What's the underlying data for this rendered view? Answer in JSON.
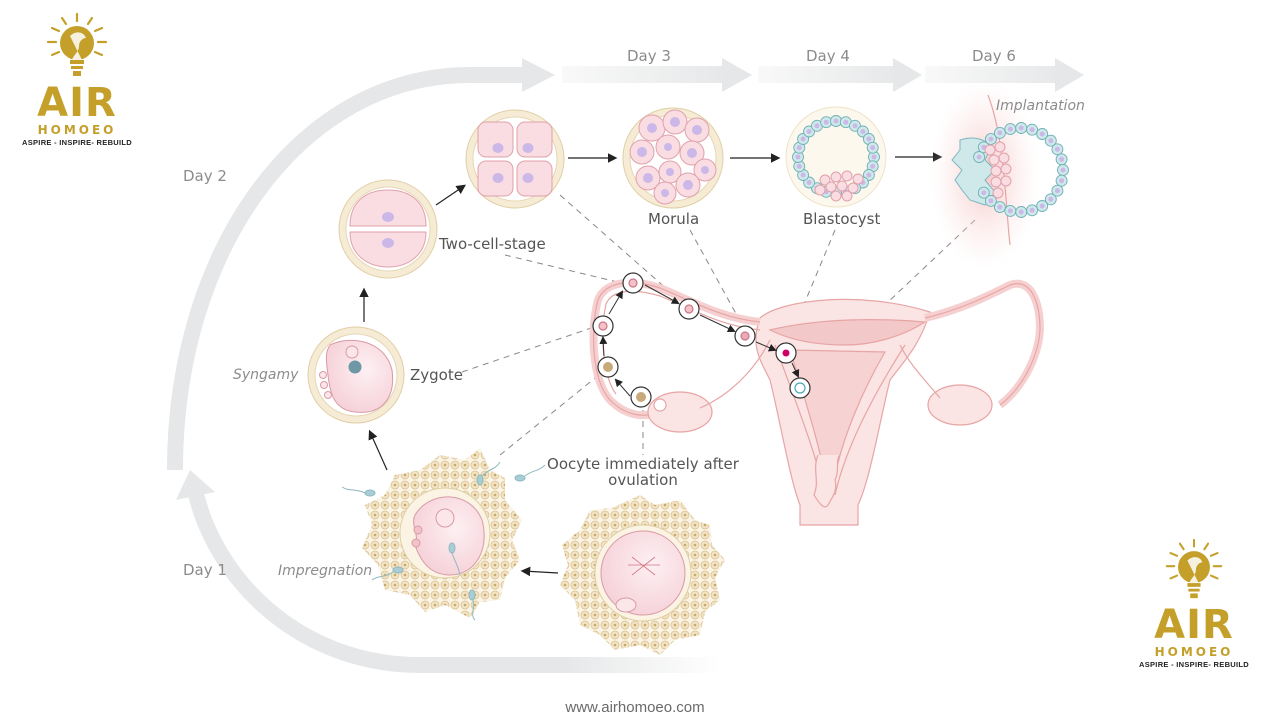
{
  "logos": {
    "brand": "AIR",
    "sub": "HOMOEO",
    "tagline": "ASPIRE - INSPIRE- REBUILD"
  },
  "days": {
    "day1": "Day 1",
    "day2": "Day 2",
    "day3": "Day 3",
    "day4": "Day 4",
    "day6": "Day 6"
  },
  "stages": {
    "implantation": "Implantation",
    "morula": "Morula",
    "blastocyst": "Blastocyst",
    "two_cell": "Two-cell-stage",
    "zygote": "Zygote",
    "syngamy": "Syngamy",
    "impregnation": "Impregnation",
    "oocyte_line1": "Oocyte immediately after",
    "oocyte_line2": "ovulation"
  },
  "footer": {
    "url": "www.airhomoeo.com"
  },
  "colors": {
    "gold": "#c4a02a",
    "arrow_gray": "#e6e7e8",
    "zona": "#f6ecd6",
    "cell_pink": "#f9dde2",
    "nucleus": "#cbb8e8",
    "trophoblast": "#cfe9ea",
    "uterus": "#f8dcdc"
  }
}
